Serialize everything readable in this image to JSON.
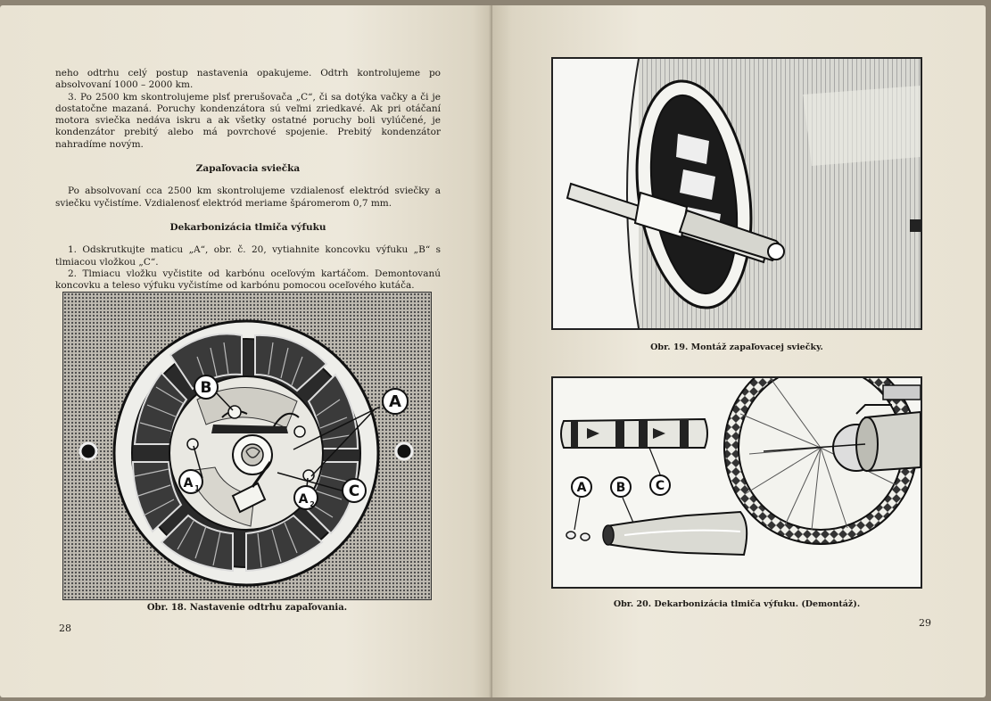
{
  "left_page": {
    "paragraphs": [
      "neho odtrhu celý postup nastavenia opakujeme. Odtrh kontrolujeme po absolvovaní 1000 – 2000 km.",
      "3. Po 2500 km skontrolujeme plsť prerušovača „C“, či sa dotýka vačky a či je dostatočne mazaná. Poruchy kondenzátora sú veľmi zriedkavé. Ak pri otáčaní motora sviečka nedáva iskru a ak všetky ostatné poruchy boli vylúčené, je kondenzátor prebitý alebo má povrchové spojenie. Prebitý kondenzátor nahradíme novým."
    ],
    "heading_spark": "Zapaľovacia sviečka",
    "paragraph_spark": "Po absolvovaní cca 2500 km skontrolujeme vzdialenosť elektród sviečky a sviečku vyčistíme. Vzdialenosť elektród meriame špáromerom 0,7 mm.",
    "heading_exhaust": "Dekarbonizácia tlmiča výfuku",
    "exhaust_steps": [
      "1. Odskrutkujte maticu „A“, obr. č. 20, vytiahnite koncovku výfuku „B“ s tlmiacou vložkou „C“.",
      "2. Tlmiacu vložku vyčistite od karbónu oceľovým kartáčom. Demontovanú koncovku a teleso výfuku vyčistíme od karbónu pomocou oceľového kutáča."
    ],
    "figure18": {
      "labels": {
        "a": "A",
        "b": "B",
        "c": "C",
        "a1": "A",
        "a1_sub": "1",
        "a2": "A",
        "a2_sub": "2"
      },
      "caption": "Obr. 18. Nastavenie odtrhu zapaľovania."
    },
    "page_number": "28"
  },
  "right_page": {
    "figure19": {
      "caption": "Obr. 19. Montáž zapaľovacej sviečky."
    },
    "figure20": {
      "labels": {
        "a": "A",
        "b": "B",
        "c": "C"
      },
      "caption": "Obr. 20. Dekarbonizácia tlmiča výfuku. (Demontáž)."
    },
    "page_number": "29"
  },
  "colors": {
    "paper": "#ebe6d8",
    "ink": "#1d1a16",
    "spine": "#8d8474"
  }
}
